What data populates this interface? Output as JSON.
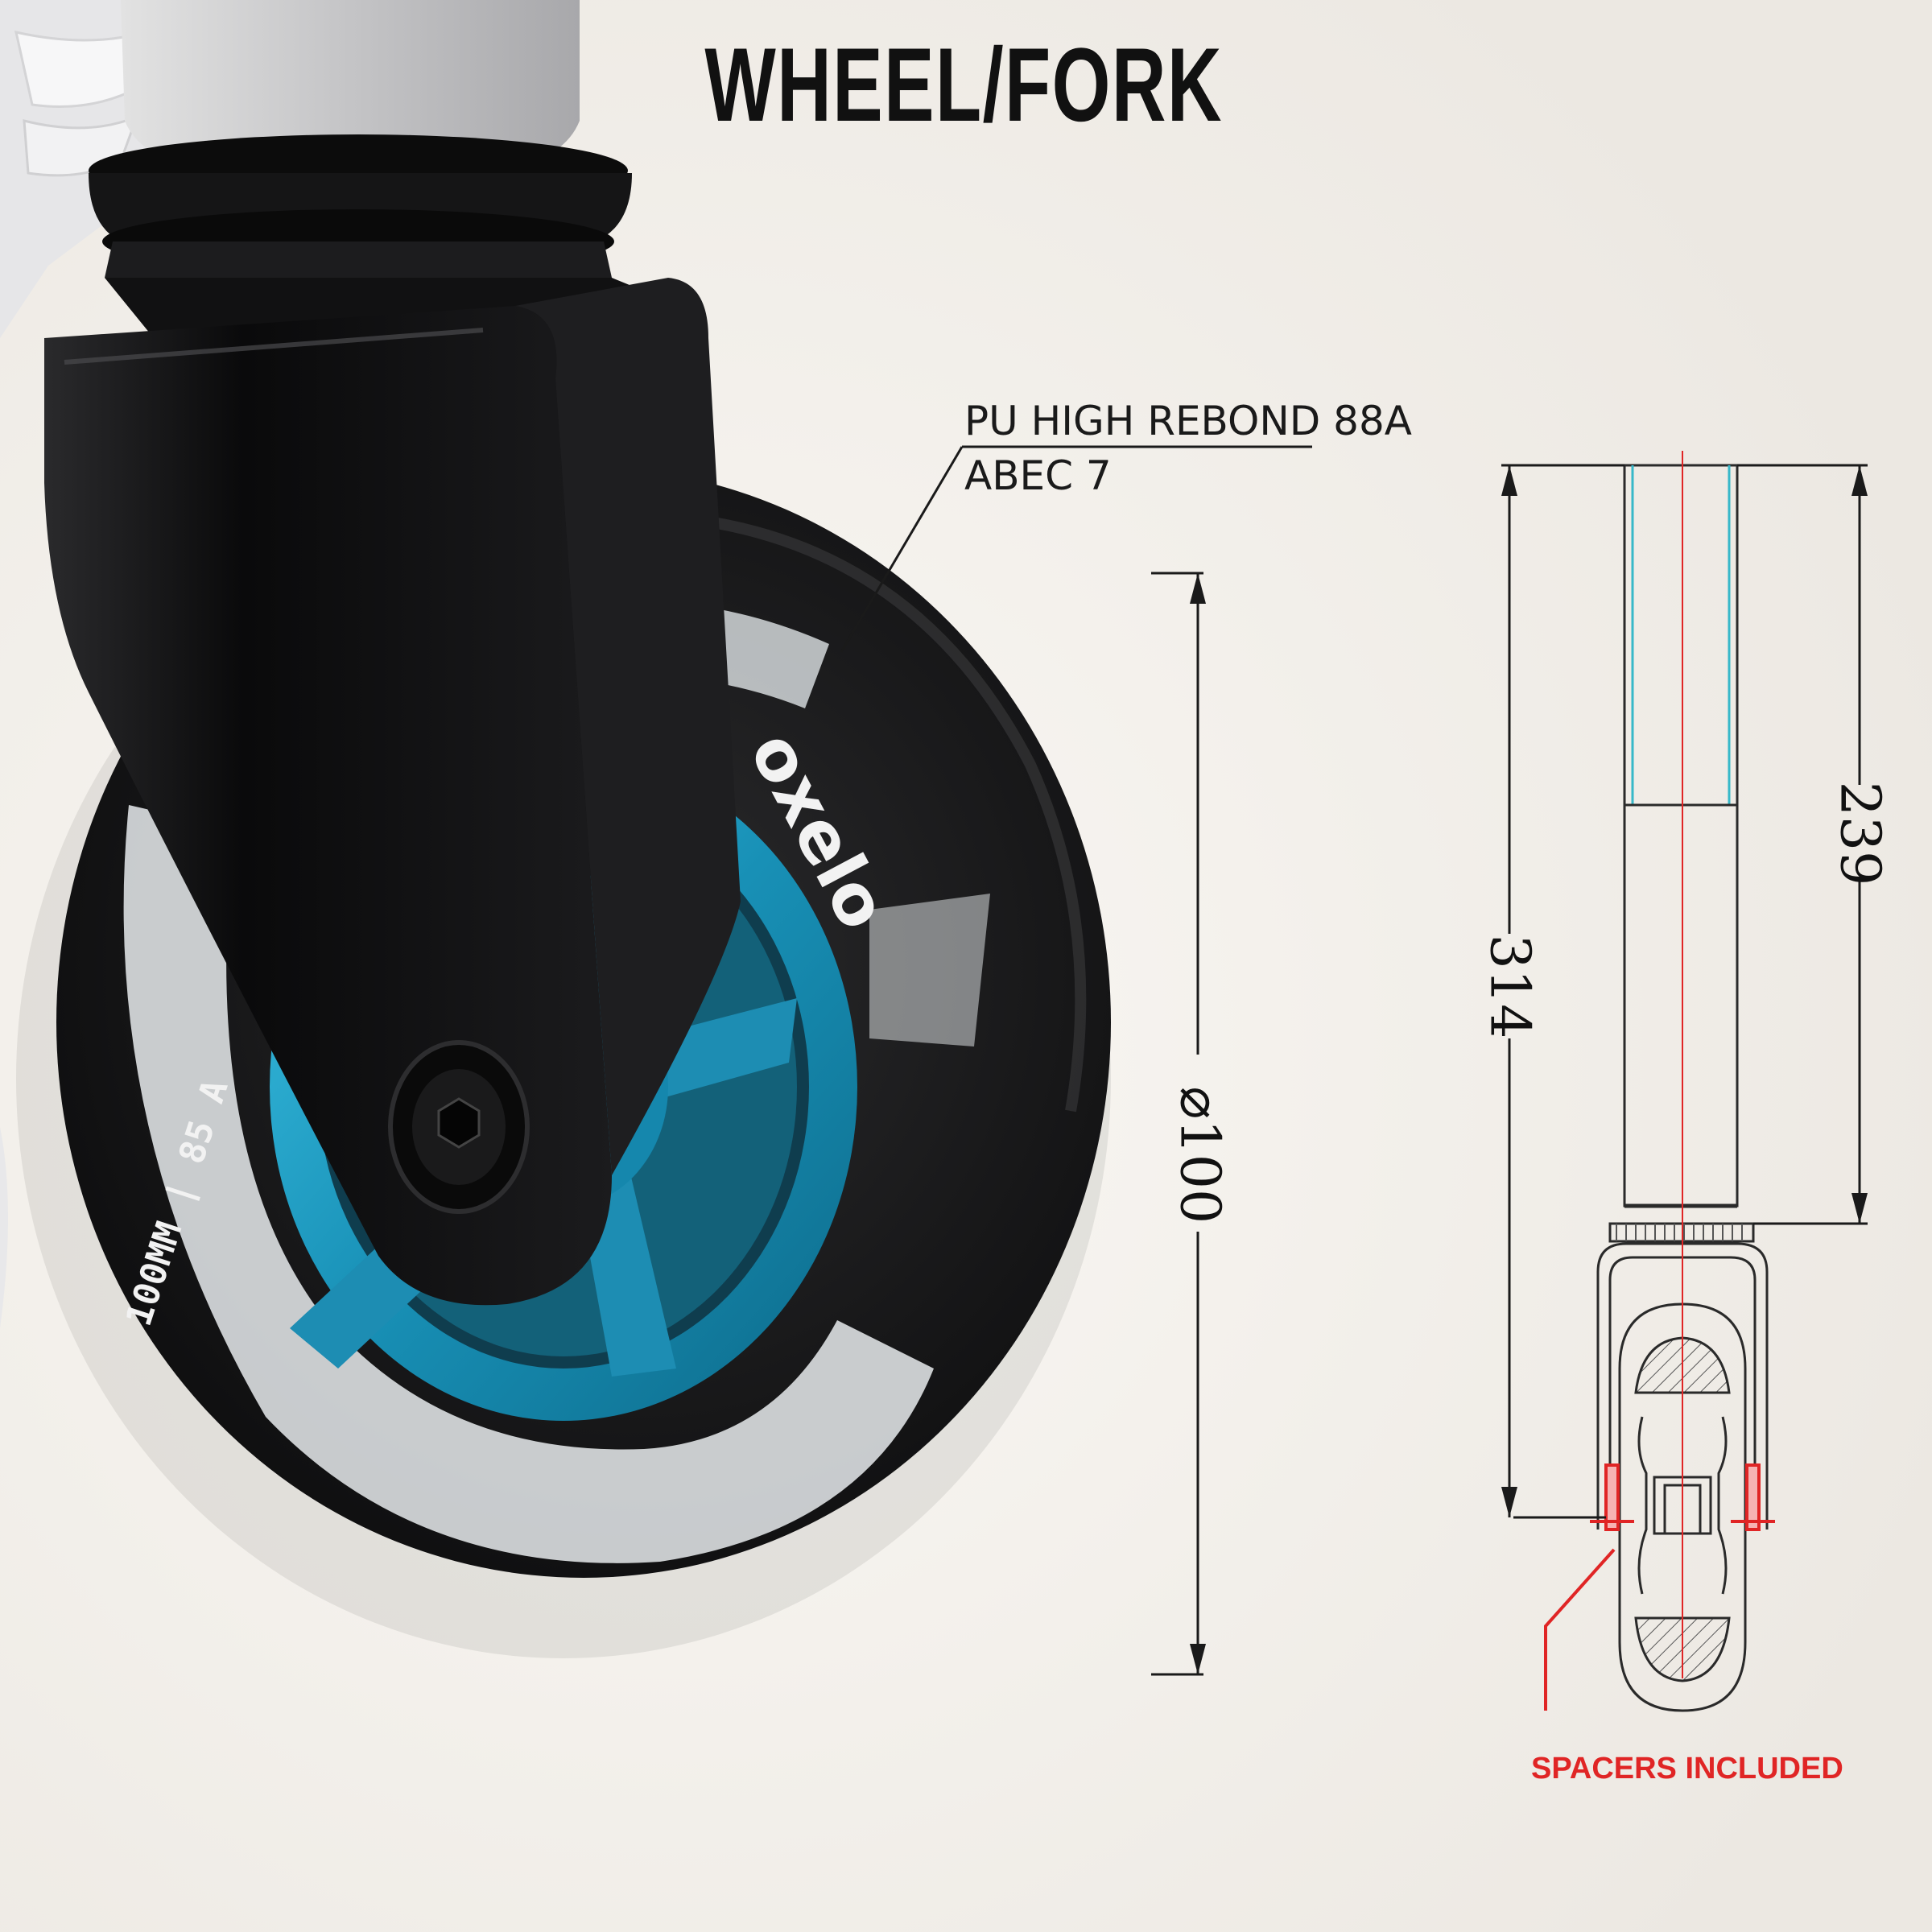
{
  "title": "WHEEL/FORK",
  "wheel": {
    "brand_text": "oxelo",
    "rating_text": "100MM | 85 A"
  },
  "spec_labels": {
    "material": "PU HIGH REBOND 88A",
    "bearing": "ABEC 7"
  },
  "dimensions": {
    "wheel_diameter": "⌀100",
    "total_length": "314",
    "steerer_length": "239"
  },
  "callout": {
    "spacers": "SPACERS INCLUDED"
  },
  "colors": {
    "background": "#f4f1ec",
    "fork": "#0d0d0e",
    "hub": "#1e9fc4",
    "wheel": "#151515",
    "accent_red": "#e02525"
  }
}
